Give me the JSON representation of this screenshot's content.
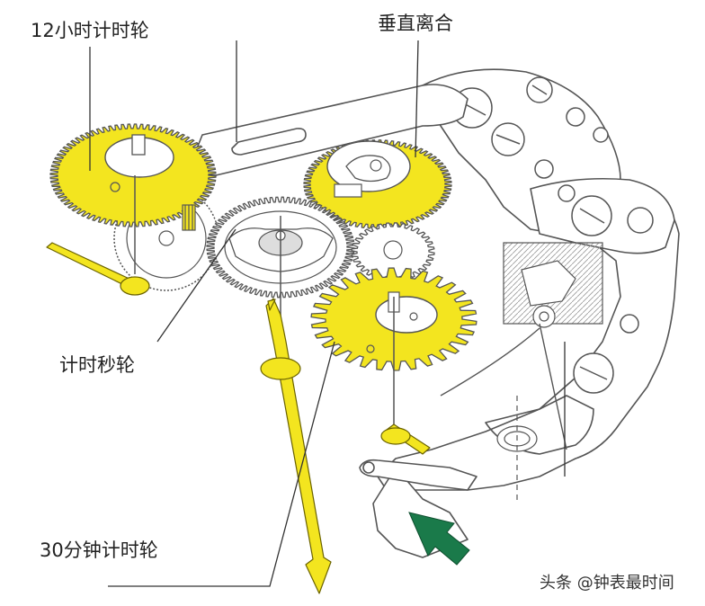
{
  "labels": {
    "hour_counter_wheel": "12小时计时轮",
    "vertical_clutch": "垂直离合",
    "chrono_seconds_wheel": "计时秒轮",
    "minute_counter_wheel": "30分钟计时轮"
  },
  "watermark": "头条 @钟表最时间",
  "colors": {
    "gear_yellow": "#f3e51f",
    "outline": "#555555",
    "arrow_green": "#1a7a4a",
    "background": "#ffffff"
  },
  "icons": {
    "pointer_arrow": "green-arrow-icon"
  }
}
